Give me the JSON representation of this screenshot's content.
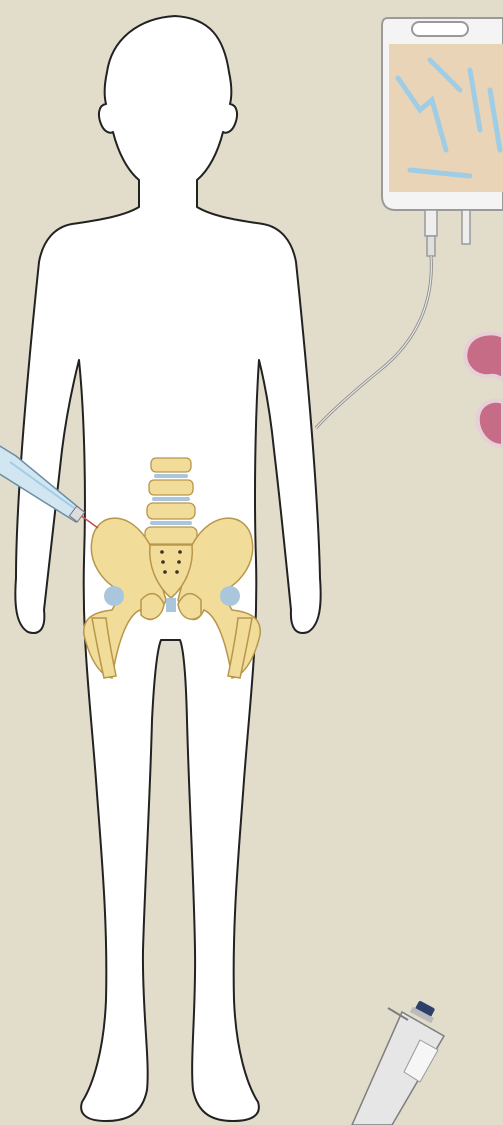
{
  "illustration": {
    "background_color": "#e2dccb",
    "body_fill": "#ffffff",
    "outline_color": "#222222",
    "bone_color": "#f2dc9a",
    "bone_outline": "#b8964a",
    "cartilage_color": "#a9c6dc",
    "iv_bag_fluid_color": "#e9d4b8",
    "iv_bag_detail_color": "#9fcde6",
    "tube_color": "#8d8d8d",
    "organ_color": "#c66c86",
    "icons": [
      "human-body-outline",
      "pelvis-skeleton",
      "lumbar-spine",
      "iv-bag",
      "iv-tube",
      "bone-marrow-needle",
      "kidney-icon",
      "syringe-pipette"
    ]
  }
}
